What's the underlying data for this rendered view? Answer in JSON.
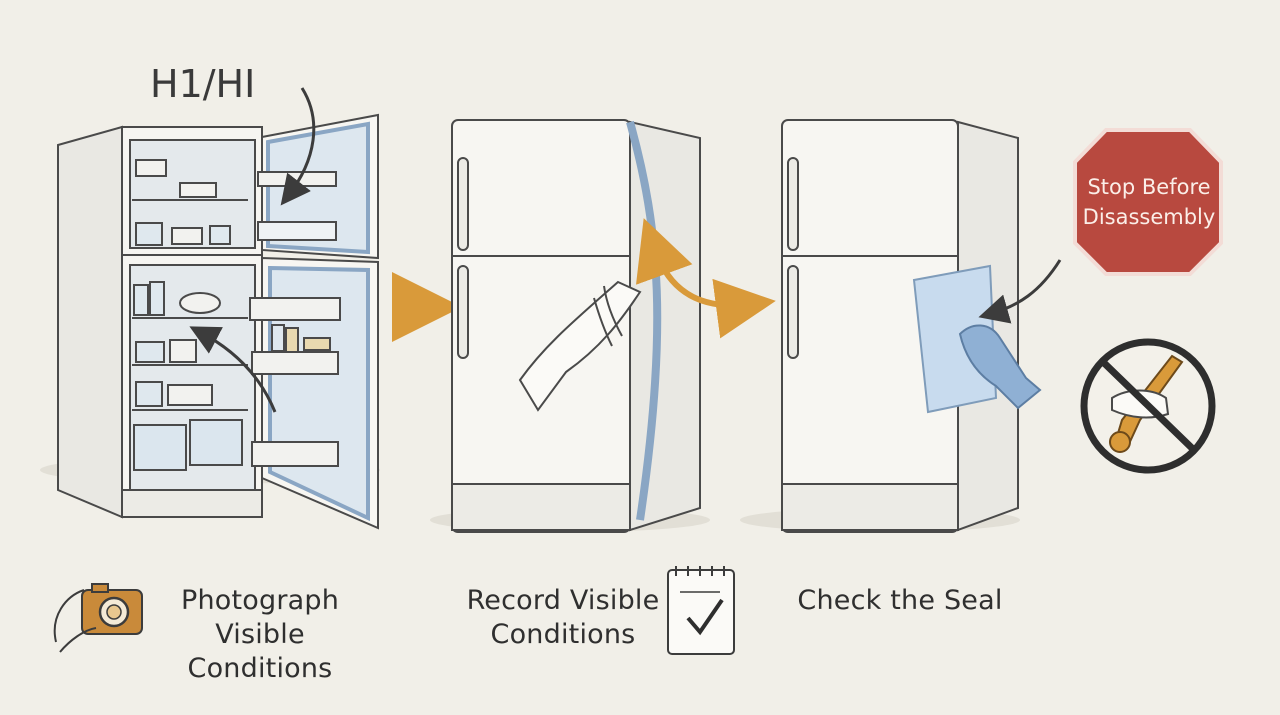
{
  "error_code": "H1/HI",
  "stop_sign": {
    "line1": "Stop Before",
    "line2": "Disassembly"
  },
  "steps": [
    {
      "line1": "Photograph",
      "line2": "Visible Conditions",
      "icon": "camera-icon"
    },
    {
      "line1": "Record Visible",
      "line2": "Conditions",
      "icon": "checklist-icon"
    },
    {
      "line1": "Check the Seal",
      "line2": "",
      "icon": ""
    }
  ],
  "warning_icon": "no-tools-icon",
  "colors": {
    "background": "#f1efe8",
    "seal_blue": "#8aa6c4",
    "arrow_orange": "#d99a3a",
    "stop_red": "#b8493f",
    "line_dark": "#3c3c3c"
  }
}
